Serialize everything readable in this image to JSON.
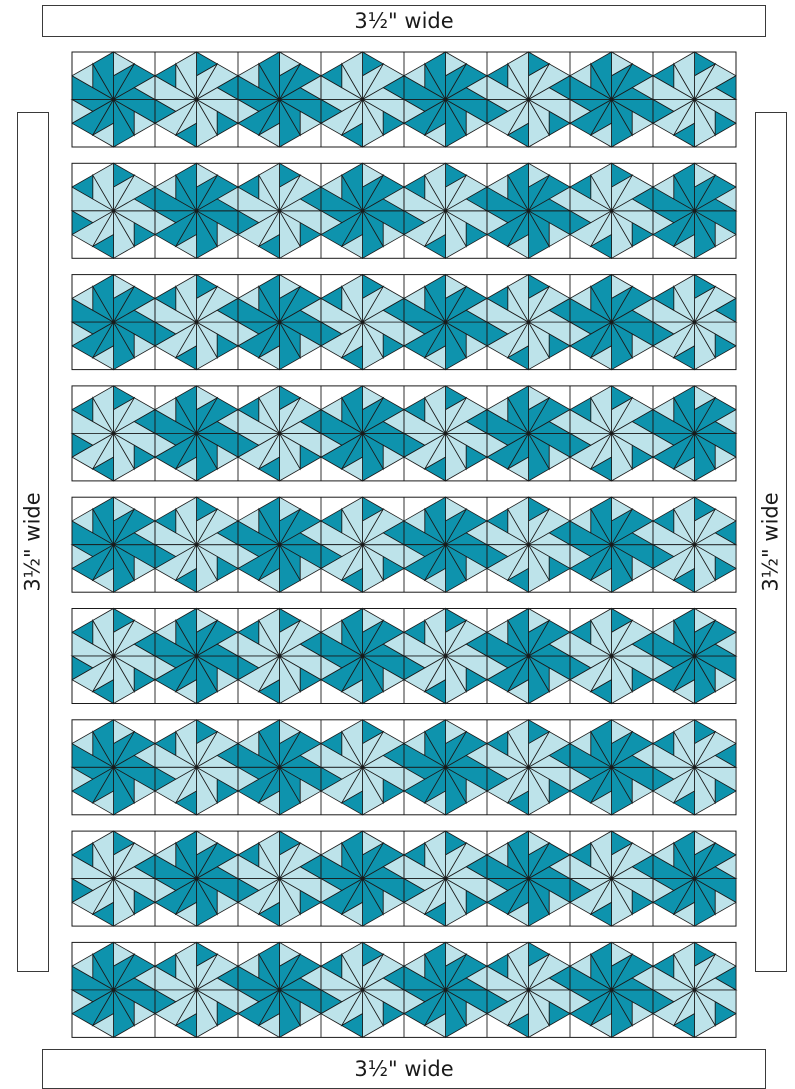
{
  "borders": {
    "top_label": "3½\" wide",
    "bottom_label": "3½\" wide",
    "left_label": "3½\" wide",
    "right_label": "3½\" wide"
  },
  "quilt": {
    "rows": 9,
    "blocks_per_row": 8,
    "colors": {
      "dark": "#0e93ad",
      "light": "#bde3ea",
      "background": "#ffffff",
      "line": "#1a1a1a"
    },
    "block_pattern": "alternating dark and light hexagon pinwheel blocks"
  }
}
